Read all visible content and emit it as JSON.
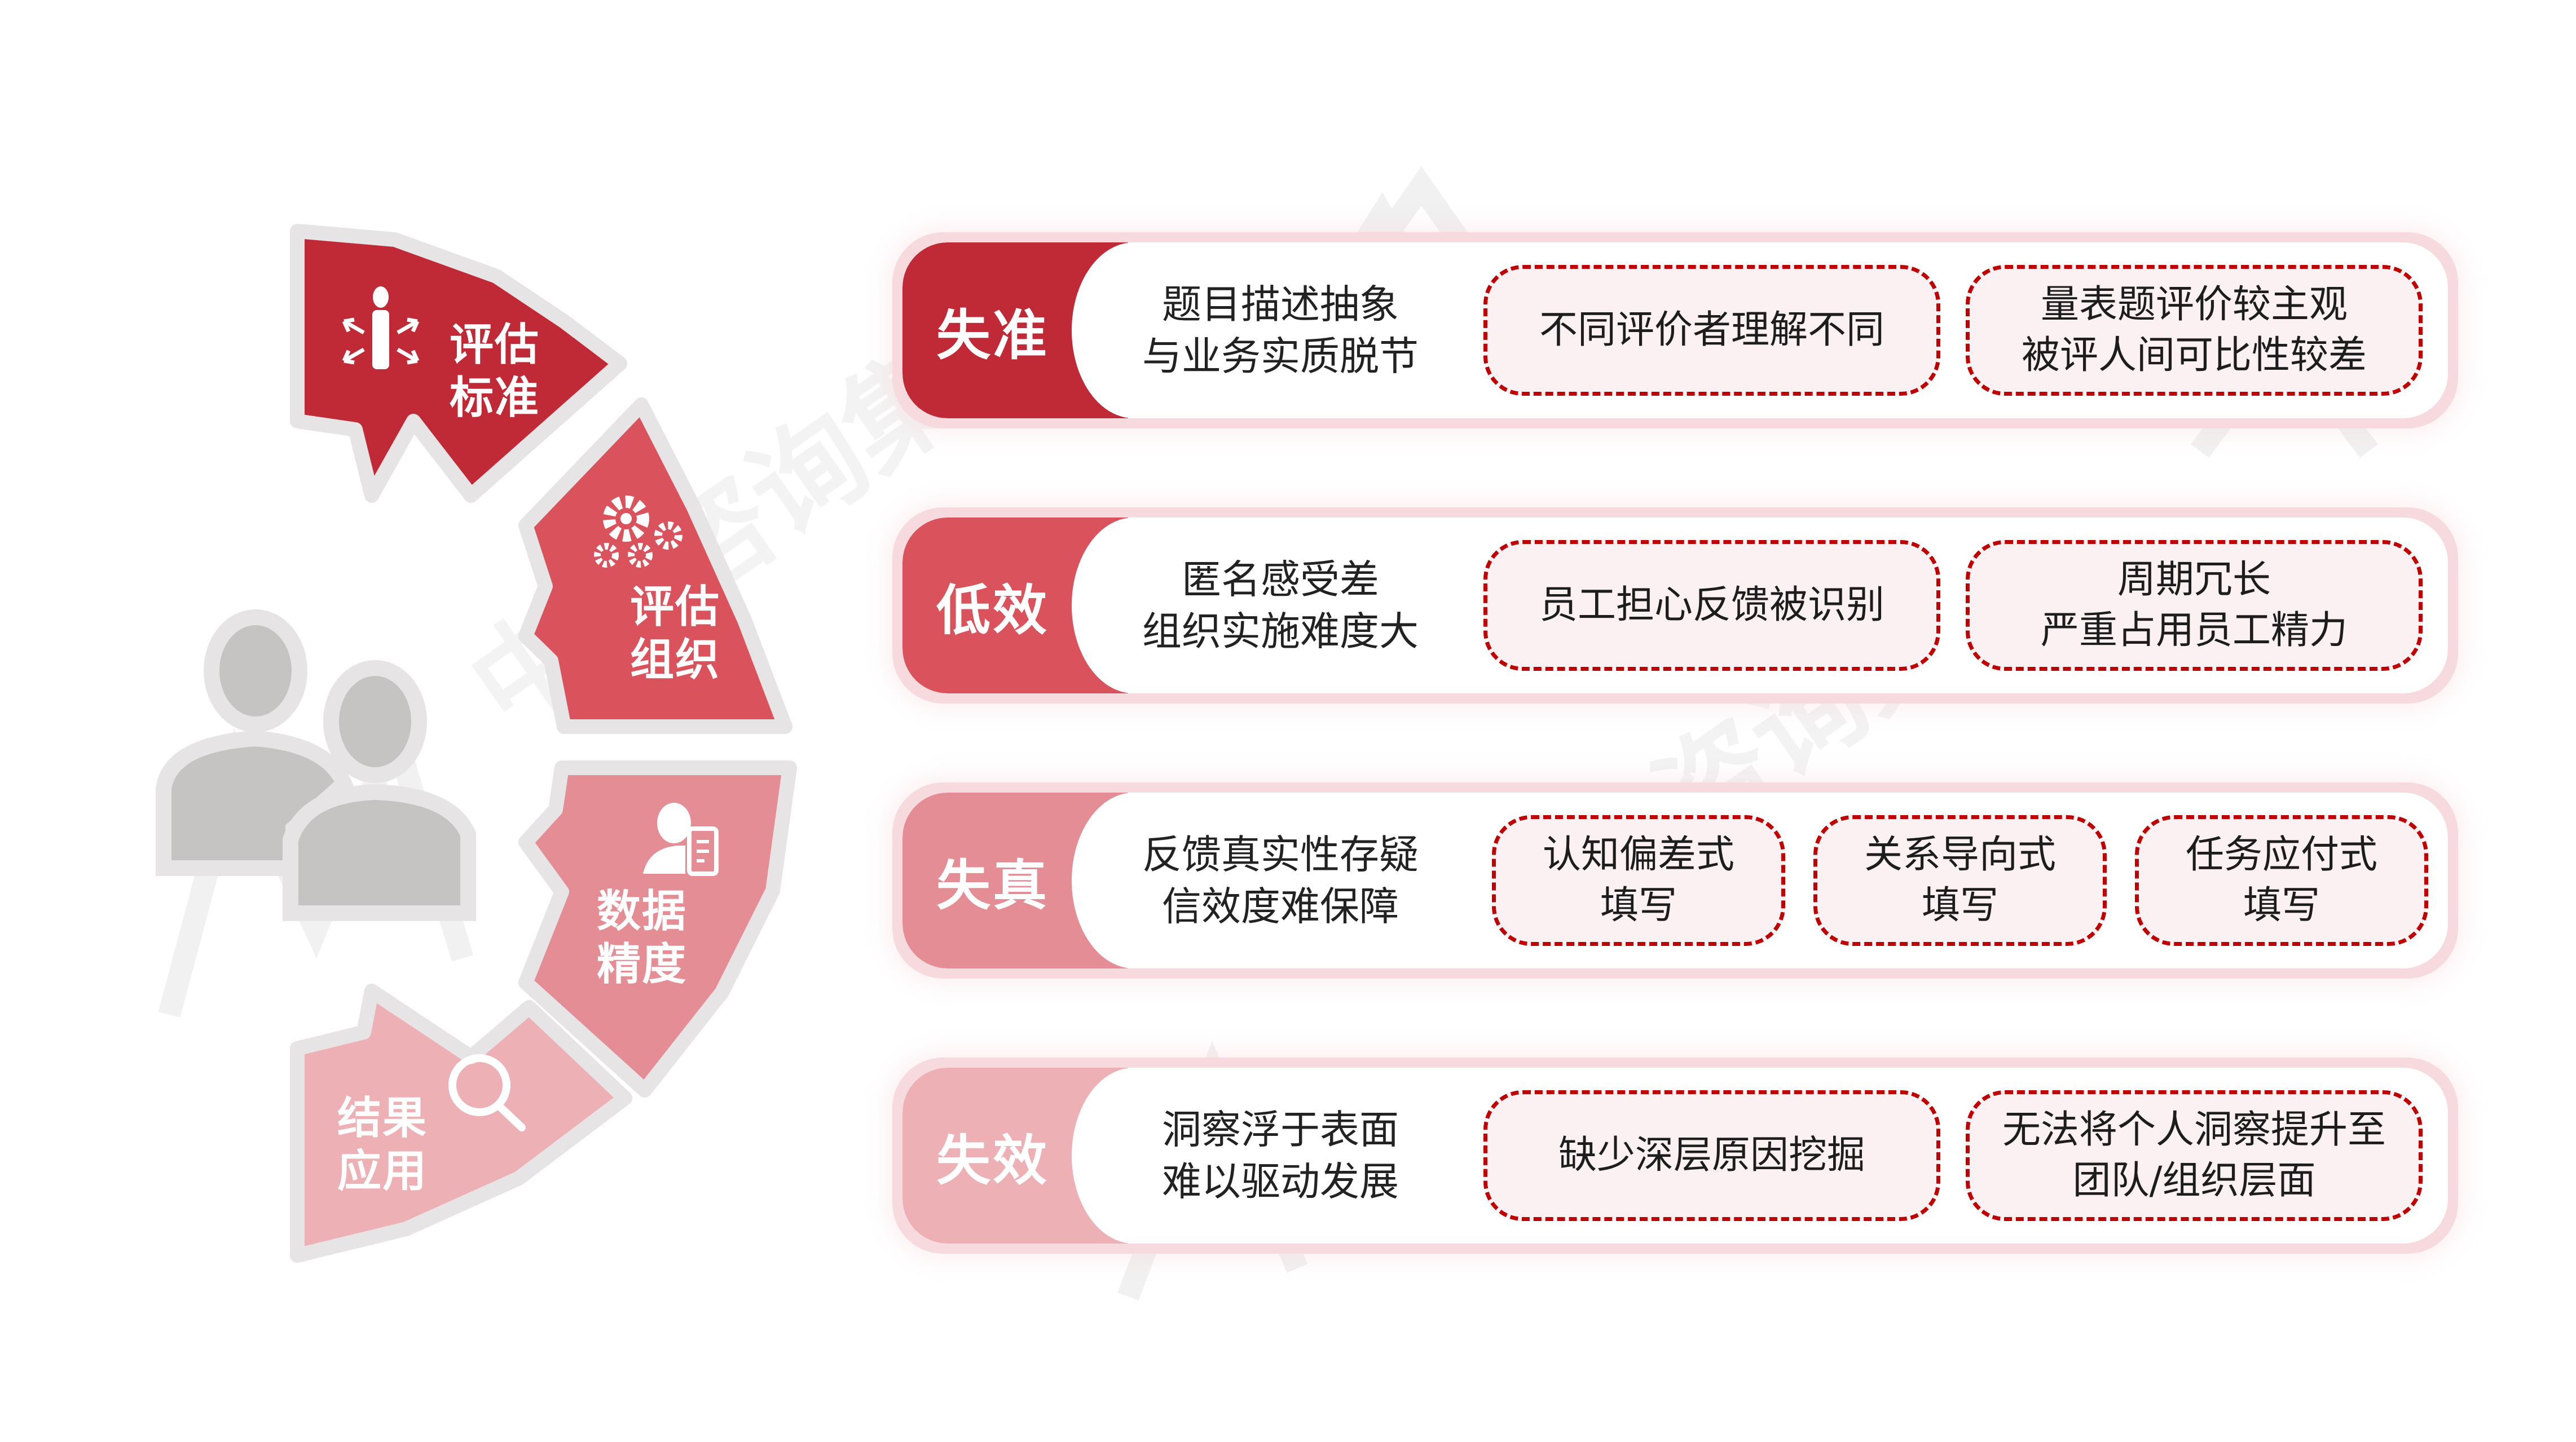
{
  "colors": {
    "seg1": "#C02A37",
    "seg2": "#D9525C",
    "seg3": "#E48D95",
    "seg4": "#EDB0B5",
    "segment_outline": "#E6E4E5",
    "people_icon": "#C6C3C3",
    "row_border": "#F6DADD",
    "tag_dash": "#C00000",
    "tag_fill": "#FBF0F2",
    "text_dark": "#222222"
  },
  "left_cycle": {
    "segments": [
      {
        "line1": "评估",
        "line2": "标准",
        "icon": "person-arrows-icon"
      },
      {
        "line1": "评估",
        "line2": "组织",
        "icon": "gears-icon"
      },
      {
        "line1": "数据",
        "line2": "精度",
        "icon": "person-document-icon"
      },
      {
        "line1": "结果",
        "line2": "应用",
        "icon": "magnifier-icon"
      }
    ],
    "center_icon": "people-group-icon"
  },
  "rows": [
    {
      "label": "失准",
      "desc": [
        "题目描述抽象",
        "与业务实质脱节"
      ],
      "tags": [
        {
          "lines": [
            "不同评价者理解不同"
          ]
        },
        {
          "lines": [
            "量表题评价较主观",
            "被评人间可比性较差"
          ]
        }
      ]
    },
    {
      "label": "低效",
      "desc": [
        "匿名感受差",
        "组织实施难度大"
      ],
      "tags": [
        {
          "lines": [
            "员工担心反馈被识别"
          ]
        },
        {
          "lines": [
            "周期冗长",
            "严重占用员工精力"
          ]
        }
      ]
    },
    {
      "label": "失真",
      "desc": [
        "反馈真实性存疑",
        "信效度难保障"
      ],
      "tags": [
        {
          "lines": [
            "认知偏差式",
            "填写"
          ]
        },
        {
          "lines": [
            "关系导向式",
            "填写"
          ]
        },
        {
          "lines": [
            "任务应付式",
            "填写"
          ]
        }
      ]
    },
    {
      "label": "失效",
      "desc": [
        "洞察浮于表面",
        "难以驱动发展"
      ],
      "tags": [
        {
          "lines": [
            "缺少深层原因挖掘"
          ]
        },
        {
          "lines": [
            "无法将个人洞察提升至",
            "团队/组织层面"
          ]
        }
      ]
    }
  ]
}
